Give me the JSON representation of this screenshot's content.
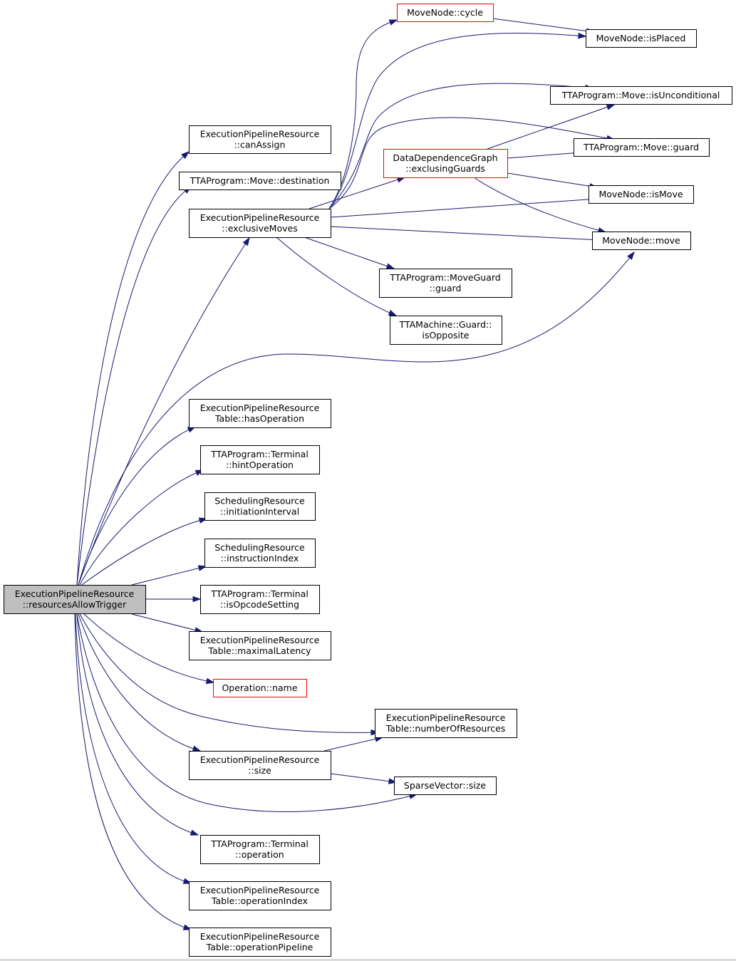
{
  "colors": {
    "edge": "#191970",
    "border_default": "#000000",
    "border_truncated": "#ff0000",
    "fill_focus": "#bfbfbf",
    "fill_default": "#ffffff"
  },
  "nodes": [
    {
      "id": "root",
      "lines": [
        "ExecutionPipelineResource",
        "::resourcesAllowTrigger"
      ],
      "style": "focus"
    },
    {
      "id": "canAssign",
      "lines": [
        "ExecutionPipelineResource",
        "::canAssign"
      ],
      "style": "default"
    },
    {
      "id": "destination",
      "lines": [
        "TTAProgram::Move::destination"
      ],
      "style": "default"
    },
    {
      "id": "exclusiveMoves",
      "lines": [
        "ExecutionPipelineResource",
        "::exclusiveMoves"
      ],
      "style": "default"
    },
    {
      "id": "hasOperation",
      "lines": [
        "ExecutionPipelineResource",
        "Table::hasOperation"
      ],
      "style": "default"
    },
    {
      "id": "hintOperation",
      "lines": [
        "TTAProgram::Terminal",
        "::hintOperation"
      ],
      "style": "default"
    },
    {
      "id": "initiationInterval",
      "lines": [
        "SchedulingResource",
        "::initiationInterval"
      ],
      "style": "default"
    },
    {
      "id": "instructionIndex",
      "lines": [
        "SchedulingResource",
        "::instructionIndex"
      ],
      "style": "default"
    },
    {
      "id": "isOpcodeSetting",
      "lines": [
        "TTAProgram::Terminal",
        "::isOpcodeSetting"
      ],
      "style": "default"
    },
    {
      "id": "maximalLatency",
      "lines": [
        "ExecutionPipelineResource",
        "Table::maximalLatency"
      ],
      "style": "default"
    },
    {
      "id": "opName",
      "lines": [
        "Operation::name"
      ],
      "style": "truncated"
    },
    {
      "id": "eprSize",
      "lines": [
        "ExecutionPipelineResource",
        "::size"
      ],
      "style": "default"
    },
    {
      "id": "termOperation",
      "lines": [
        "TTAProgram::Terminal",
        "::operation"
      ],
      "style": "default"
    },
    {
      "id": "operationIndex",
      "lines": [
        "ExecutionPipelineResource",
        "Table::operationIndex"
      ],
      "style": "default"
    },
    {
      "id": "operationPipeline",
      "lines": [
        "ExecutionPipelineResource",
        "Table::operationPipeline"
      ],
      "style": "default"
    },
    {
      "id": "cycle",
      "lines": [
        "MoveNode::cycle"
      ],
      "style": "truncated"
    },
    {
      "id": "isPlaced",
      "lines": [
        "MoveNode::isPlaced"
      ],
      "style": "default"
    },
    {
      "id": "isUnconditional",
      "lines": [
        "TTAProgram::Move::isUnconditional"
      ],
      "style": "default"
    },
    {
      "id": "moveGuard",
      "lines": [
        "TTAProgram::Move::guard"
      ],
      "style": "default"
    },
    {
      "id": "exclusingGuards",
      "lines": [
        "DataDependenceGraph",
        "::exclusingGuards"
      ],
      "style": "truncated"
    },
    {
      "id": "isMove",
      "lines": [
        "MoveNode::isMove"
      ],
      "style": "default"
    },
    {
      "id": "mnMove",
      "lines": [
        "MoveNode::move"
      ],
      "style": "default"
    },
    {
      "id": "mgGuard",
      "lines": [
        "TTAProgram::MoveGuard",
        "::guard"
      ],
      "style": "default"
    },
    {
      "id": "isOpposite",
      "lines": [
        "TTAMachine::Guard::",
        "isOpposite"
      ],
      "style": "default"
    },
    {
      "id": "numberOfResources",
      "lines": [
        "ExecutionPipelineResource",
        "Table::numberOfResources"
      ],
      "style": "default"
    },
    {
      "id": "svSize",
      "lines": [
        "SparseVector::size"
      ],
      "style": "default"
    }
  ],
  "edges": [
    [
      "root",
      "canAssign"
    ],
    [
      "root",
      "destination"
    ],
    [
      "root",
      "exclusiveMoves"
    ],
    [
      "root",
      "mnMove"
    ],
    [
      "root",
      "hasOperation"
    ],
    [
      "root",
      "hintOperation"
    ],
    [
      "root",
      "initiationInterval"
    ],
    [
      "root",
      "instructionIndex"
    ],
    [
      "root",
      "isOpcodeSetting"
    ],
    [
      "root",
      "maximalLatency"
    ],
    [
      "root",
      "opName"
    ],
    [
      "root",
      "numberOfResources"
    ],
    [
      "root",
      "eprSize"
    ],
    [
      "root",
      "svSize"
    ],
    [
      "root",
      "termOperation"
    ],
    [
      "root",
      "operationIndex"
    ],
    [
      "root",
      "operationPipeline"
    ],
    [
      "exclusiveMoves",
      "cycle"
    ],
    [
      "exclusiveMoves",
      "isPlaced"
    ],
    [
      "exclusiveMoves",
      "isUnconditional"
    ],
    [
      "exclusiveMoves",
      "moveGuard"
    ],
    [
      "exclusiveMoves",
      "exclusingGuards"
    ],
    [
      "exclusiveMoves",
      "isMove"
    ],
    [
      "exclusiveMoves",
      "mnMove"
    ],
    [
      "exclusiveMoves",
      "mgGuard"
    ],
    [
      "exclusiveMoves",
      "isOpposite"
    ],
    [
      "cycle",
      "isPlaced"
    ],
    [
      "exclusingGuards",
      "isUnconditional"
    ],
    [
      "exclusingGuards",
      "moveGuard"
    ],
    [
      "exclusingGuards",
      "isMove"
    ],
    [
      "exclusingGuards",
      "mnMove"
    ],
    [
      "eprSize",
      "numberOfResources"
    ],
    [
      "eprSize",
      "svSize"
    ]
  ]
}
